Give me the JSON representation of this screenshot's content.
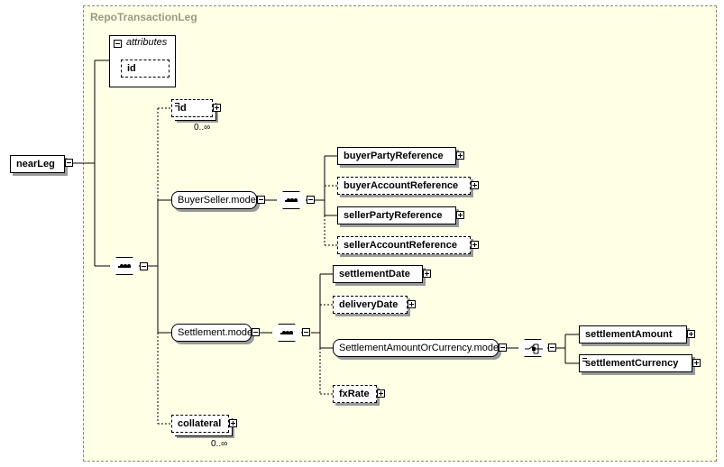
{
  "group_title": "RepoTransactionLeg",
  "root": "nearLeg",
  "attributes": {
    "title": "attributes",
    "items": [
      "id"
    ]
  },
  "elements": {
    "id": {
      "label": "id",
      "occurrence": "0..∞"
    },
    "collateral": {
      "label": "collateral",
      "occurrence": "0..∞"
    }
  },
  "buyer_seller": {
    "label": "BuyerSeller.model",
    "children": [
      "buyerPartyReference",
      "buyerAccountReference",
      "sellerPartyReference",
      "sellerAccountReference"
    ]
  },
  "settlement": {
    "label": "Settlement.model",
    "children": [
      "settlementDate",
      "deliveryDate",
      "fxRate"
    ],
    "amount_or_currency": {
      "label": "SettlementAmountOrCurrency.model",
      "children": [
        "settlementAmount",
        "settlementCurrency"
      ]
    }
  }
}
